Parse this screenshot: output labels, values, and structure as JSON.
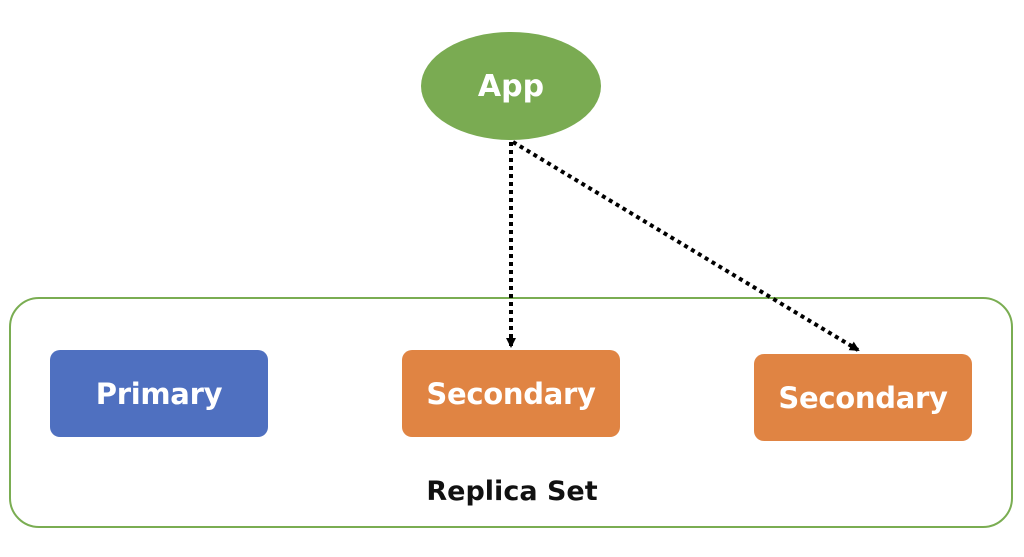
{
  "colors": {
    "app": "#7aab52",
    "primary": "#4f70c0",
    "secondary": "#e08443",
    "replica_set_border": "#7aad52",
    "arrow": "#000000"
  },
  "app": {
    "label": "App"
  },
  "replica_set": {
    "label": "Replica Set",
    "primary": {
      "label": "Primary"
    },
    "secondaries": [
      {
        "label": "Secondary"
      },
      {
        "label": "Secondary"
      }
    ]
  },
  "connections": [
    {
      "from": "App",
      "to": "Secondary 1",
      "style": "dotted"
    },
    {
      "from": "App",
      "to": "Secondary 2",
      "style": "dotted"
    }
  ]
}
